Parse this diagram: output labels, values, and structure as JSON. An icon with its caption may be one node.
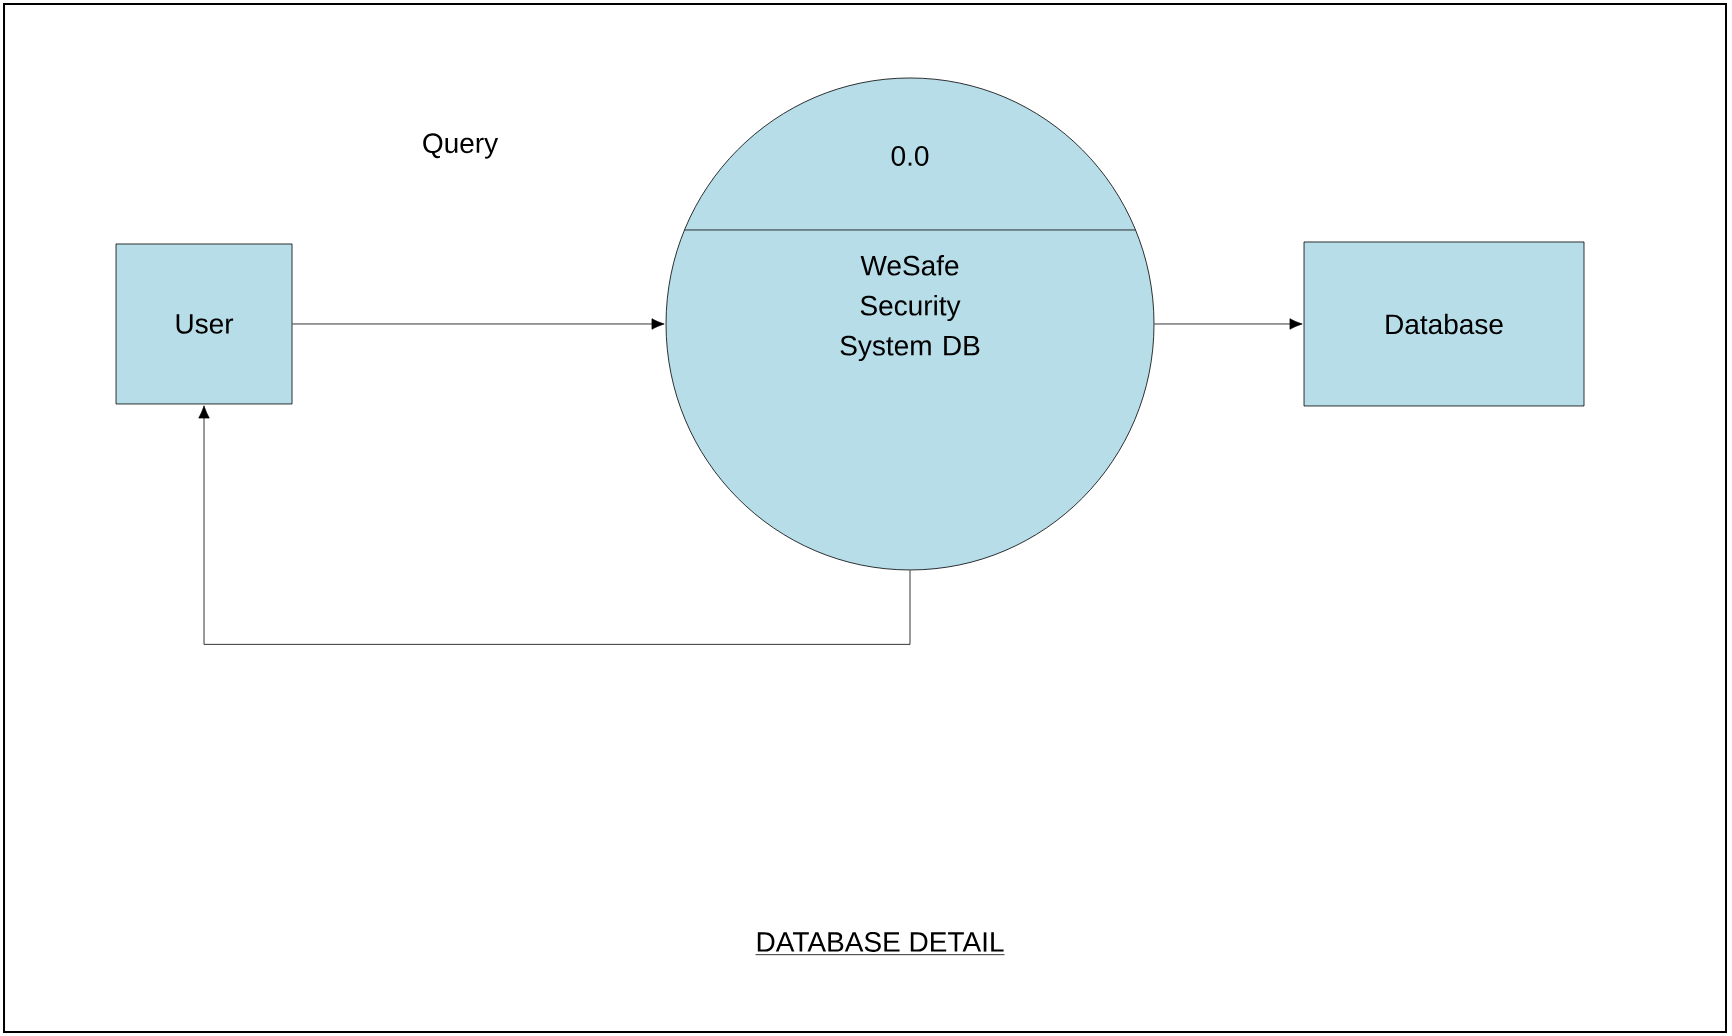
{
  "diagram": {
    "caption": "DATABASE DETAIL",
    "nodes": [
      {
        "text": [
          "User"
        ]
      },
      {
        "text": [
          "0.0",
          "WeSafe Security System DB"
        ]
      },
      {
        "text": [
          "Database"
        ]
      }
    ],
    "edges": [
      {
        "from": 0,
        "to": 1,
        "arrow": "to"
      },
      {
        "from": 1,
        "to": 2,
        "arrow": "to"
      },
      {
        "from": 1,
        "to": 0,
        "arrow": "to"
      }
    ],
    "labels": [
      "Query"
    ]
  }
}
